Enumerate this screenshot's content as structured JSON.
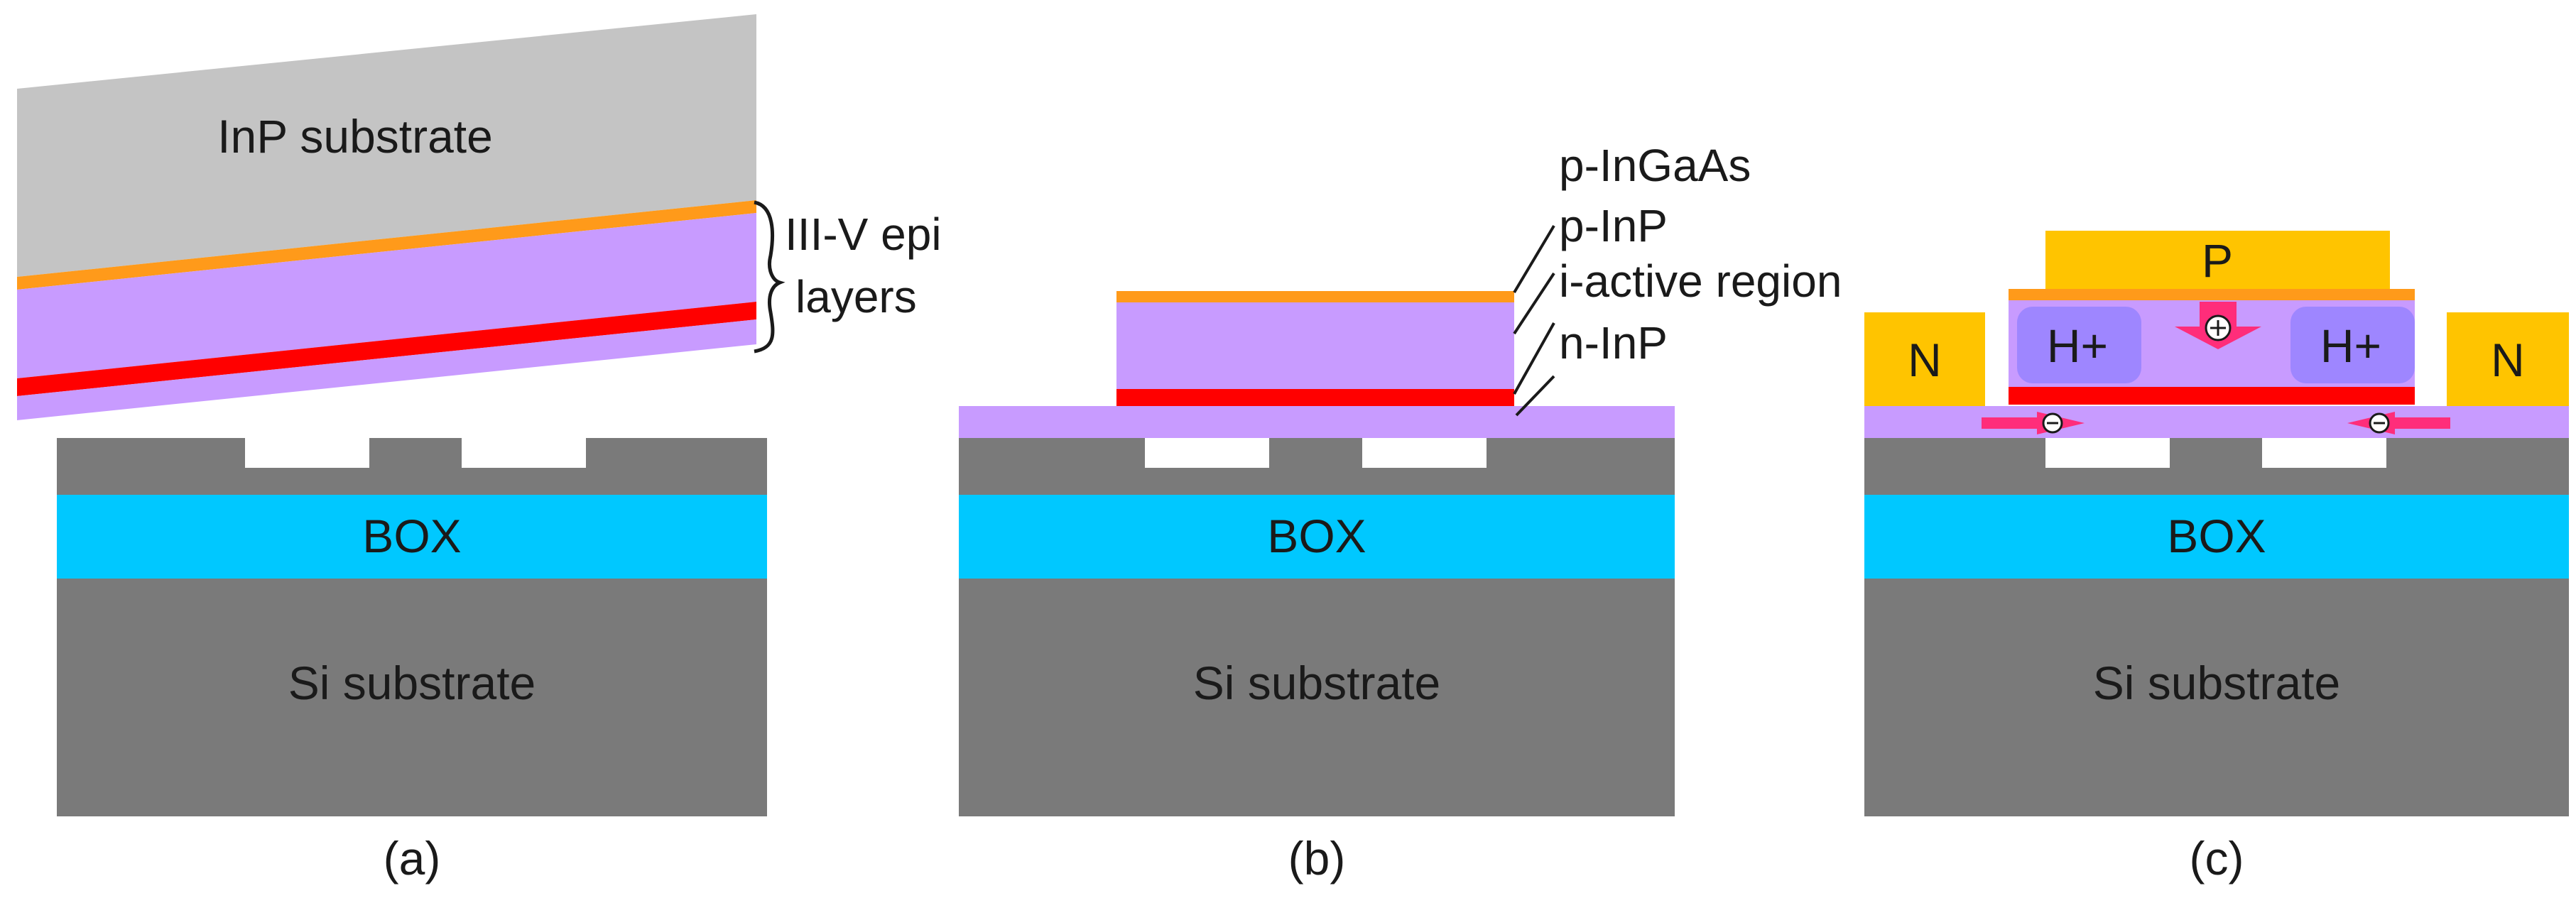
{
  "panel_a": {
    "inp_substrate": "InP substrate",
    "epi_label_line1": "III-V epi",
    "epi_label_line2": "layers",
    "box": "BOX",
    "si_substrate": "Si substrate",
    "caption": "(a)"
  },
  "panel_b": {
    "layer_labels": [
      "p-InGaAs",
      "p-InP",
      "i-active region",
      "n-InP"
    ],
    "box": "BOX",
    "si_substrate": "Si substrate",
    "caption": "(b)"
  },
  "panel_c": {
    "p_contact": "P",
    "n_contact_left": "N",
    "n_contact_right": "N",
    "implant_left": "H+",
    "implant_right": "H+",
    "box": "BOX",
    "si_substrate": "Si substrate",
    "caption": "(c)"
  },
  "colors": {
    "si": "#7a7a7a",
    "box": "#00c8ff",
    "inp_substrate": "#c4c4c4",
    "epi": "#c89bff",
    "p_ingaas": "#ff9a1a",
    "n_layer_red": "#ff0000",
    "contact": "#ffc400",
    "implant": "#9e86ff",
    "carrier_arrow": "#ff2d7a"
  }
}
